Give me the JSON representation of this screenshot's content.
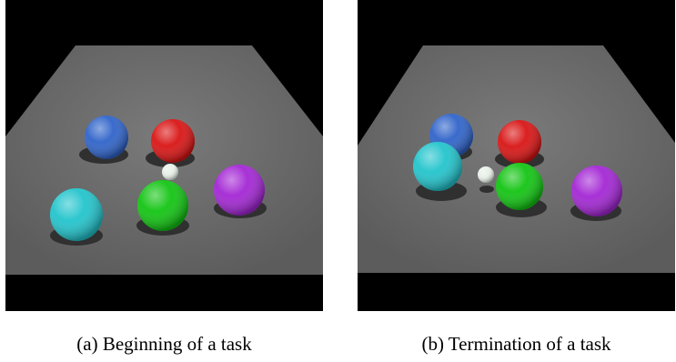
{
  "panels": [
    {
      "caption": "(a) Beginning of a task",
      "balls": [
        {
          "name": "blue-ball",
          "color": "#2f63c9"
        },
        {
          "name": "red-ball",
          "color": "#d91414"
        },
        {
          "name": "white-ball",
          "color": "#e8f0e8"
        },
        {
          "name": "cyan-ball",
          "color": "#22c4cc"
        },
        {
          "name": "green-ball",
          "color": "#12c412"
        },
        {
          "name": "purple-ball",
          "color": "#a326d4"
        }
      ]
    },
    {
      "caption": "(b) Termination of a task",
      "balls": [
        {
          "name": "blue-ball",
          "color": "#2f63c9"
        },
        {
          "name": "red-ball",
          "color": "#d91414"
        },
        {
          "name": "cyan-ball",
          "color": "#22c4cc"
        },
        {
          "name": "white-ball",
          "color": "#e8f0e8"
        },
        {
          "name": "green-ball",
          "color": "#12c412"
        },
        {
          "name": "purple-ball",
          "color": "#a326d4"
        }
      ]
    }
  ]
}
